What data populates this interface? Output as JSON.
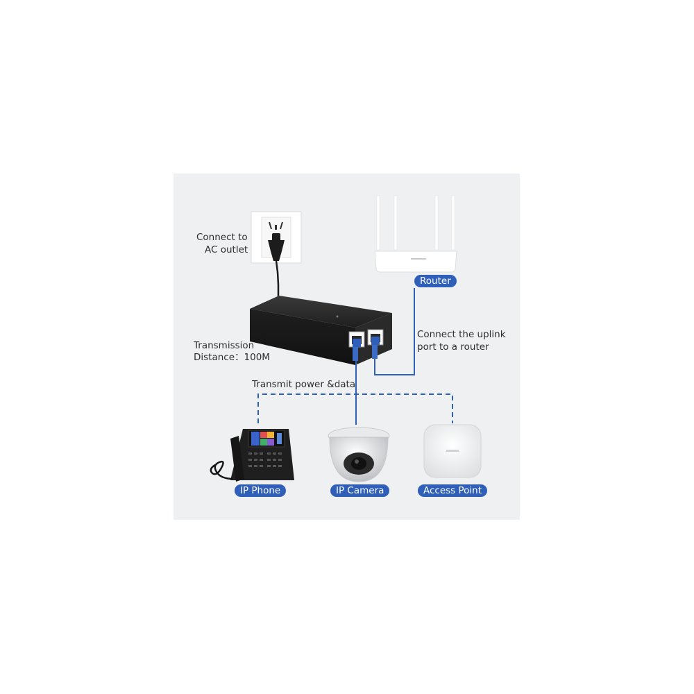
{
  "labels": {
    "ac_outlet_line1": "Connect to",
    "ac_outlet_line2": "AC outlet",
    "uplink_line1": "Connect the uplink",
    "uplink_line2": "port to a router",
    "transmission_line1": "Transmission",
    "transmission_line2": "Distance：100M",
    "transmit": "Transmit power &data"
  },
  "badges": {
    "router": "Router",
    "ip_phone": "IP Phone",
    "ip_camera": "IP Camera",
    "access_point": "Access Point"
  },
  "colors": {
    "panel_background": "#eff0f1",
    "cable_blue": "#2f5fb8",
    "device_black": "#1c1c1c",
    "badge_blue": "#2f5fb8"
  },
  "icons": {
    "outlet": "wall-outlet-icon",
    "injector": "poe-injector-icon",
    "router": "wifi-router-icon",
    "phone": "ip-phone-icon",
    "camera": "dome-camera-icon",
    "access_point": "access-point-icon"
  }
}
